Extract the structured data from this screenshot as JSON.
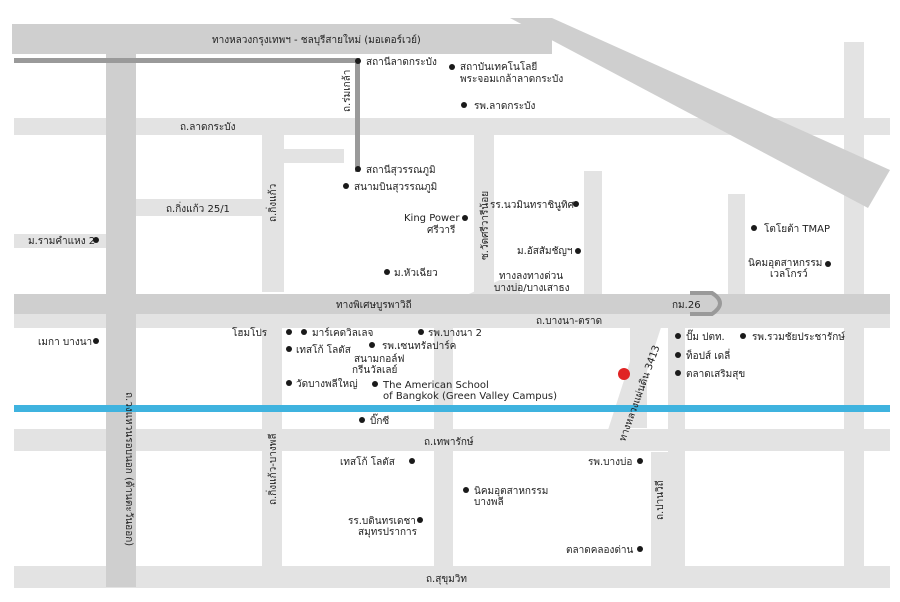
{
  "colors": {
    "road": "#e3e3e3",
    "major_road": "#cfcfcf",
    "canal": "#3fb3df",
    "rail": "#9a9a9a",
    "marker": "#e02424",
    "text": "#222222"
  },
  "roads": {
    "motorway": "ทางหลวงกรุงเทพฯ - ชลบุรีสายใหม่ (มอเตอร์เวย์)",
    "lat_krabang": "ถ.ลาดกระบัง",
    "kingkaew_25_1": "ถ.กิ่งแก้ว 25/1",
    "kingkaew": "ถ.กิ่งแก้ว",
    "rom_klao": "ถ.ร่มเกล้า",
    "wat_sriwaree": "ซ.วัดศรีวารีน้อย",
    "ram_khamhaeng_2": "ม.รามคำแหง 2",
    "outer_ring": "ถ.วงแหวนรอบนอก (ด้านตะวันออก)",
    "phiset_burapha": "ทางพิเศษบูรพาวิถี",
    "expressway_exit": "ทางลงทางด่วน บางบ่อ/บางเสาธง",
    "km_26": "กม.26",
    "bangna_trat": "ถ.บางนา-ตราด",
    "highway_3413": "ทางหลวงแผ่นดิน 3413",
    "thepharak": "ถ.เทพารักษ์",
    "kingkaew_bangphli": "ถ.กิ่งแก้ว-บางพลี",
    "pan_withi": "ถ.ปานวิถี",
    "sukhumvit": "ถ.สุขุมวิท"
  },
  "places": {
    "station_lat_krabang": "สถานีลาดกระบัง",
    "kmitl": "สถาบันเทคโนโลยี\nพระจอมเกล้าลาดกระบัง",
    "hospital_lat_krabang": "รพ.ลาดกระบัง",
    "station_suvarnabhumi": "สถานีสุวรรณภูมิ",
    "airport_suvarnabhumi": "สนามบินสุวรรณภูมิ",
    "king_power": "King Power\nศรีวารี",
    "navamintra": "รร.นวมินทราชินูทิศ",
    "assumption": "ม.อัสสัมชัญฯ",
    "mahachai": "ม.หัวเฉียว",
    "tmap": "โตโยต้า TMAP",
    "wellgrow": "นิคมอุตสาหกรรม\nเวลโกรว์",
    "megabangna": "เมกา บางนา",
    "home_pro": "โฮมโปร",
    "makro": "มาร์เคดวิลเลจ",
    "lotus_1": "เทสโก้ โลตัส",
    "bangna2_hospital": "รพ.บางนา 2",
    "central_park_hospital": "รพ.เซนทรัลปาร์ค",
    "golf_green_valley": "สนามกอล์ฟ\nกรีนวัลเลย์",
    "wat_bangphli_yai": "วัดบางพลีใหญ่",
    "american_school": "The American School\nof Bangkok (Green Valley Campus)",
    "big_c": "บิ๊กซี",
    "ptt": "ปั๊ม ปตท.",
    "tops_daily": "ท็อปส์ เดลี่",
    "samakee_market": "ตลาดเสริมสุข",
    "ruamchai_hospital": "รพ.รวมชัยประชารักษ์",
    "lotus_2": "เทสโก้ โลตัส",
    "bangbo_hospital": "รพ.บางบ่อ",
    "bangphli_industrial": "นิคมอุตสาหกรรม\nบางพลี",
    "bodindecha_school": "รร.บดินทรเดชา\nสมุทรปราการ",
    "klong_dan_market": "ตลาดคลองด่าน"
  },
  "location_marker": "destination-pin"
}
